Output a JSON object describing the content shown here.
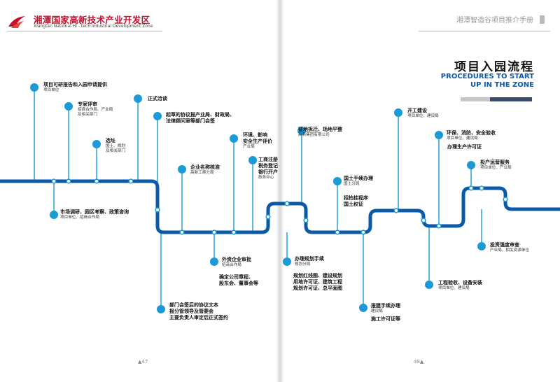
{
  "header": {
    "brand_cn": "湘潭国家高新技术产业开发区",
    "brand_en": "Xiangtan National Hi - tech Industrial Development Zone",
    "right_title": "湘潭智造谷项目推介手册"
  },
  "title": {
    "cn": "项目入园流程",
    "en_line1": "PROCEDURES TO START",
    "en_line2": "UP IN THE ZONE"
  },
  "page_numbers": {
    "left": "▲47",
    "right": "48▲"
  },
  "colors": {
    "route": "#0b5aa8",
    "node": "#1c9ad6",
    "brand": "#c8102e",
    "navy": "#3a4a6b"
  },
  "steps": [
    {
      "id": "s1",
      "title": "项目可研报告和入园申请提供",
      "sub": "项目单位"
    },
    {
      "id": "s2",
      "title": "市场调研、园区考察、政策咨询",
      "sub": "项目单位、招商合作局"
    },
    {
      "id": "s3",
      "title": "专家评审",
      "sub": "招商合作局、产业局\n及相关部门"
    },
    {
      "id": "s4",
      "title": "选址",
      "sub": "国土、规划\n及相关部门"
    },
    {
      "id": "s5",
      "title": "正式洽谈",
      "sub": ""
    },
    {
      "id": "s6",
      "title": "起草的协议报产业局、财政局、\n法律顾问室等部门会签",
      "sub": ""
    },
    {
      "id": "s7",
      "title": "部门会签后的协议文本\n报分管领导及管委会\n主要负责人审定后正式签约",
      "sub": ""
    },
    {
      "id": "s8",
      "title": "企业名称核准",
      "sub": "高新工商分局"
    },
    {
      "id": "s9",
      "title": "外资企业审批",
      "sub": "招商合作局"
    },
    {
      "id": "s9b",
      "title": "确定公司章程、\n股东会、董事会等",
      "sub": ""
    },
    {
      "id": "s10",
      "title": "环境、影响\n安全生产评价",
      "sub": "产业局"
    },
    {
      "id": "s11",
      "title": "工商注册\n税务登记\n银行开户",
      "sub": "政务中心"
    },
    {
      "id": "s12",
      "title": "征地拆迁、场地平整",
      "sub": "高新集团有限公司"
    },
    {
      "id": "s13",
      "title": "办理规划手续",
      "sub": "规划分局"
    },
    {
      "id": "s13b",
      "title": "规划红线图、建设规划\n用地许可证、建筑工程\n规划许可证、总平面图",
      "sub": ""
    },
    {
      "id": "s14",
      "title": "国土手续办理",
      "sub": "国土分局"
    },
    {
      "id": "s14b",
      "title": "招拍挂程序\n国土权证",
      "sub": ""
    },
    {
      "id": "s15",
      "title": "报建手续办理",
      "sub": "建设局"
    },
    {
      "id": "s15b",
      "title": "施工许可证等",
      "sub": ""
    },
    {
      "id": "s16",
      "title": "开工建设",
      "sub": "项目单位、建设局"
    },
    {
      "id": "s17",
      "title": "工程验收、设备安装",
      "sub": "项目单位、建设局"
    },
    {
      "id": "s18",
      "title": "环保、消防、安全验收",
      "sub": "项目单位、建设局"
    },
    {
      "id": "s18b",
      "title": "办理生产许可证",
      "sub": ""
    },
    {
      "id": "s19",
      "title": "投产运营服务",
      "sub": "项目单位、产业局"
    },
    {
      "id": "s20",
      "title": "投资强度审查",
      "sub": "产业局、相关资源单位"
    }
  ]
}
